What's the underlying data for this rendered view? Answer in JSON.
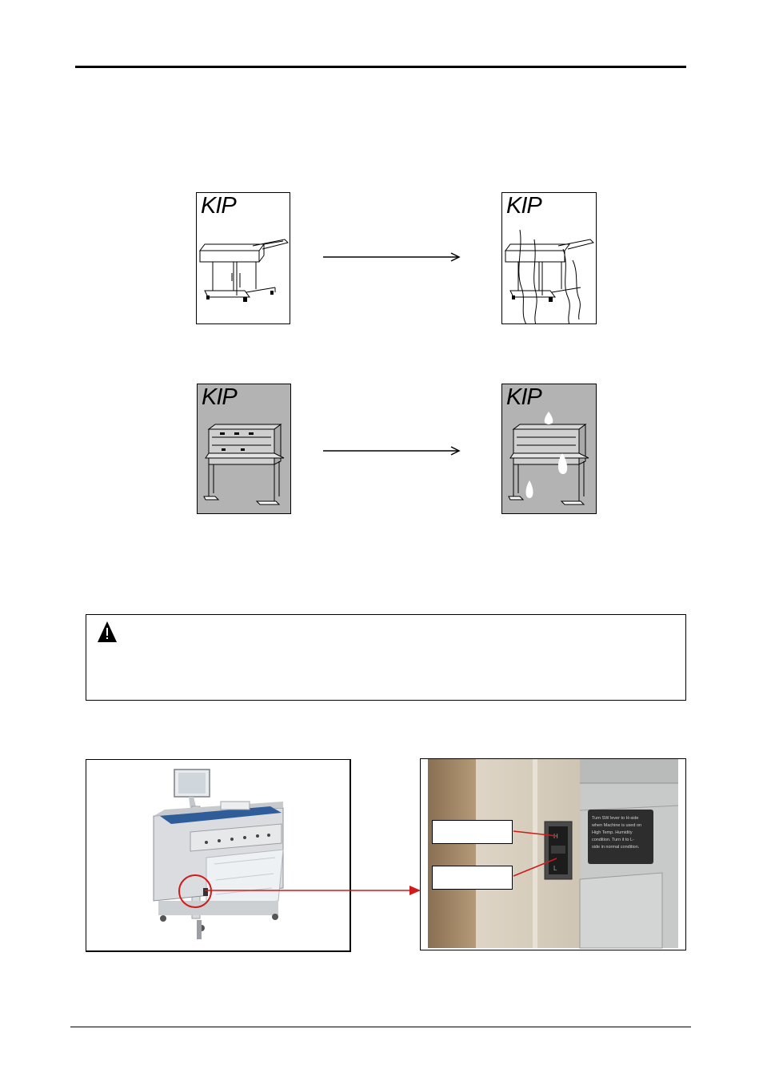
{
  "diagrams": {
    "top_left": {
      "brand": "KIP",
      "style": "white",
      "subject": "printer-with-paper-stacker"
    },
    "top_right": {
      "brand": "KIP",
      "style": "white",
      "subject": "printer-with-humidity-waves"
    },
    "bottom_left": {
      "brand": "KIP",
      "style": "gray",
      "subject": "printer-rear-view"
    },
    "bottom_right": {
      "brand": "KIP",
      "style": "gray",
      "subject": "printer-rear-view-with-condensation"
    }
  },
  "caution": {
    "icon": "warning-triangle-icon"
  },
  "photos": {
    "left": {
      "subject": "kip-printer-overview",
      "highlight": "switch-location-circle",
      "highlight_color": "#d11a1a"
    },
    "right": {
      "subject": "switch-panel-closeup",
      "switch_labels": [
        "H",
        "L"
      ],
      "sticker_text": "Turn SW lever to H-side when Machine is used on High Temp / Humidity condition. Turn it to L-side in normal condition."
    }
  },
  "colors": {
    "pointer": "#d11a1a",
    "diagram_gray": "#b3b3b3"
  }
}
